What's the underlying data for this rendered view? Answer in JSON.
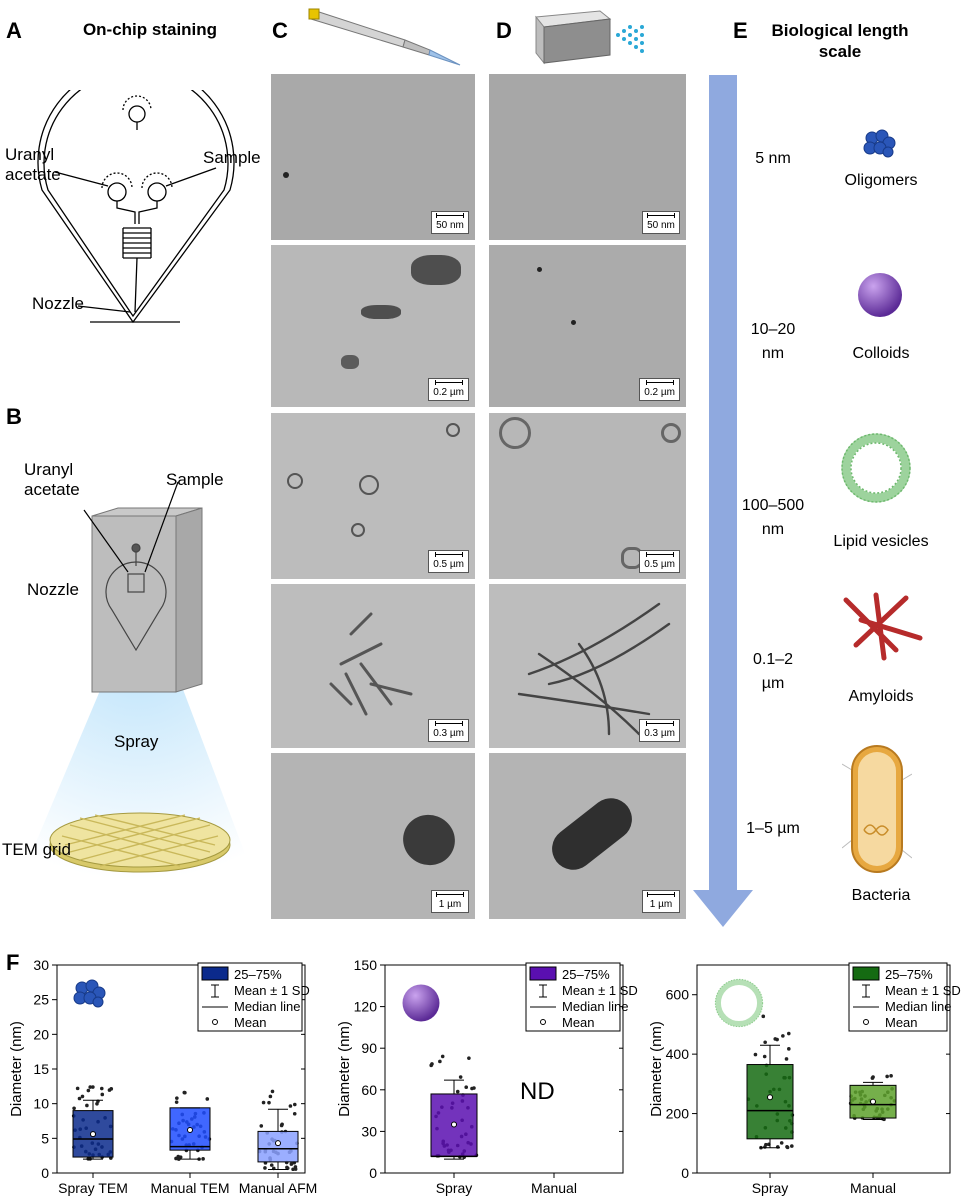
{
  "panels": {
    "A": {
      "label": "A",
      "title": "On-chip staining",
      "uranyl1": "Uranyl",
      "uranyl2": "acetate",
      "sample": "Sample",
      "nozzle": "Nozzle"
    },
    "B": {
      "label": "B",
      "uranyl1": "Uranyl",
      "uranyl2": "acetate",
      "sample": "Sample",
      "nozzle": "Nozzle",
      "spray": "Spray",
      "grid": "TEM grid"
    },
    "C": {
      "label": "C",
      "scales": [
        "50 nm",
        "0.2 µm",
        "0.5 µm",
        "0.3 µm",
        "1 µm"
      ]
    },
    "D": {
      "label": "D",
      "scales": [
        "50 nm",
        "0.2 µm",
        "0.5 µm",
        "0.3 µm",
        "1 µm"
      ]
    },
    "E": {
      "label": "E",
      "title1": "Biological length",
      "title2": "scale",
      "rows": [
        {
          "size1": "5 nm",
          "size2": "",
          "name": "Oligomers"
        },
        {
          "size1": "10–20",
          "size2": "nm",
          "name": "Colloids"
        },
        {
          "size1": "100–500",
          "size2": "nm",
          "name": "Lipid vesicles"
        },
        {
          "size1": "0.1–2",
          "size2": "µm",
          "name": "Amyloids"
        },
        {
          "size1": "1–5 µm",
          "size2": "",
          "name": "Bacteria"
        }
      ]
    },
    "F": {
      "label": "F"
    }
  },
  "legend": {
    "box": "25–75%",
    "sd": "Mean ± 1 SD",
    "median": "Median line",
    "mean": "Mean"
  },
  "nd_text": "ND",
  "colors": {
    "oligomer_dark": "#0b2a8c",
    "oligomer_mid": "#1f4cff",
    "oligomer_light": "#8aa0ff",
    "colloid": "#5a0fb0",
    "vesicle": "#156b12",
    "vesicle_light": "#5da12b",
    "arrow": "#8fa9df"
  },
  "chart_data": [
    {
      "type": "box",
      "xlabel": "",
      "ylabel": "Diameter (nm)",
      "ylim": [
        0,
        30
      ],
      "yticks": [
        0,
        5,
        10,
        15,
        20,
        25,
        30
      ],
      "categories": [
        "Spray TEM",
        "Manual TEM",
        "Manual AFM"
      ],
      "boxes": [
        {
          "q1": 2.3,
          "median": 4.9,
          "q3": 9.0,
          "mean": 5.6,
          "sd_low": 2.0,
          "sd_high": 10.5,
          "color": "#0b2a8c"
        },
        {
          "q1": 3.3,
          "median": 3.8,
          "q3": 9.4,
          "mean": 6.2,
          "sd_low": 2.0,
          "sd_high": 9.4,
          "color": "#1f4cff"
        },
        {
          "q1": 1.6,
          "median": 3.5,
          "q3": 6.0,
          "mean": 4.3,
          "sd_low": 0.5,
          "sd_high": 9.2,
          "color": "#8aa0ff"
        }
      ]
    },
    {
      "type": "box",
      "xlabel": "",
      "ylabel": "Diameter (nm)",
      "ylim": [
        0,
        150
      ],
      "yticks": [
        0,
        30,
        60,
        90,
        120,
        150
      ],
      "categories": [
        "Spray",
        "Manual"
      ],
      "boxes": [
        {
          "q1": 12,
          "median": 12,
          "q3": 57,
          "mean": 35,
          "sd_low": 10,
          "sd_high": 67,
          "color": "#5a0fb0"
        },
        null
      ]
    },
    {
      "type": "box",
      "xlabel": "",
      "ylabel": "Diameter (nm)",
      "ylim": [
        0,
        700
      ],
      "yticks": [
        0,
        200,
        400,
        600
      ],
      "categories": [
        "Spray",
        "Manual"
      ],
      "boxes": [
        {
          "q1": 115,
          "median": 210,
          "q3": 365,
          "mean": 255,
          "sd_low": 85,
          "sd_high": 430,
          "color": "#156b12"
        },
        {
          "q1": 185,
          "median": 230,
          "q3": 295,
          "mean": 240,
          "sd_low": 180,
          "sd_high": 305,
          "color": "#5da12b"
        }
      ]
    }
  ]
}
